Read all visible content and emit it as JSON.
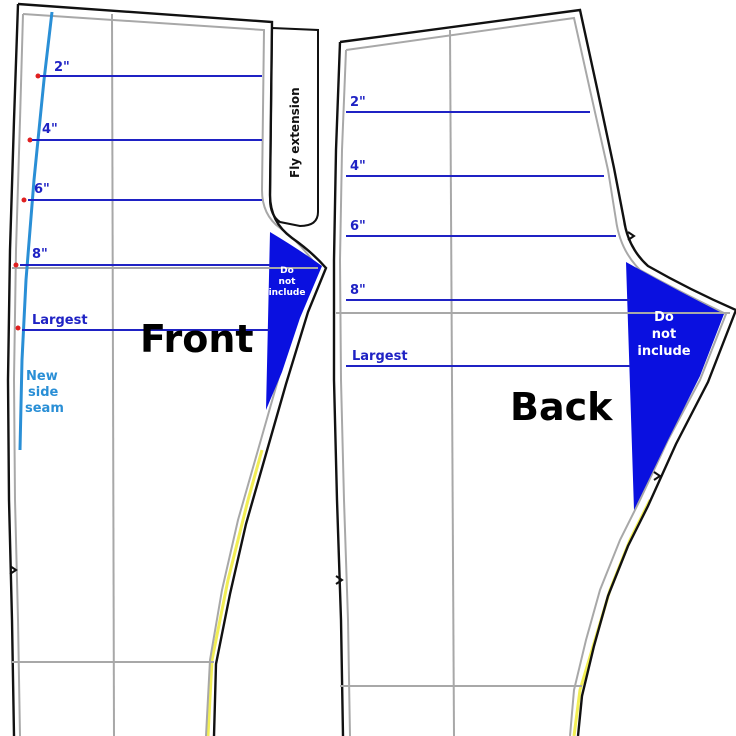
{
  "front": {
    "title": "Front",
    "measurements": [
      "2\"",
      "4\"",
      "6\"",
      "8\"",
      "Largest"
    ],
    "fly_label": "Fly extension",
    "exclude_label": [
      "Do",
      "not",
      "include"
    ],
    "new_seam_label": [
      "New",
      "side",
      "seam"
    ]
  },
  "back": {
    "title": "Back",
    "measurements": [
      "2\"",
      "4\"",
      "6\"",
      "8\"",
      "Largest"
    ],
    "exclude_label": [
      "Do",
      "not",
      "include"
    ]
  },
  "colors": {
    "outline": "#111111",
    "seam_allowance": "#a8a8a8",
    "measure_line": "#1f22c4",
    "excluded_area": "#0a10e0",
    "new_side_seam": "#2a8fd6",
    "highlight": "#f2ee55",
    "notch_mark": "#e02020"
  }
}
